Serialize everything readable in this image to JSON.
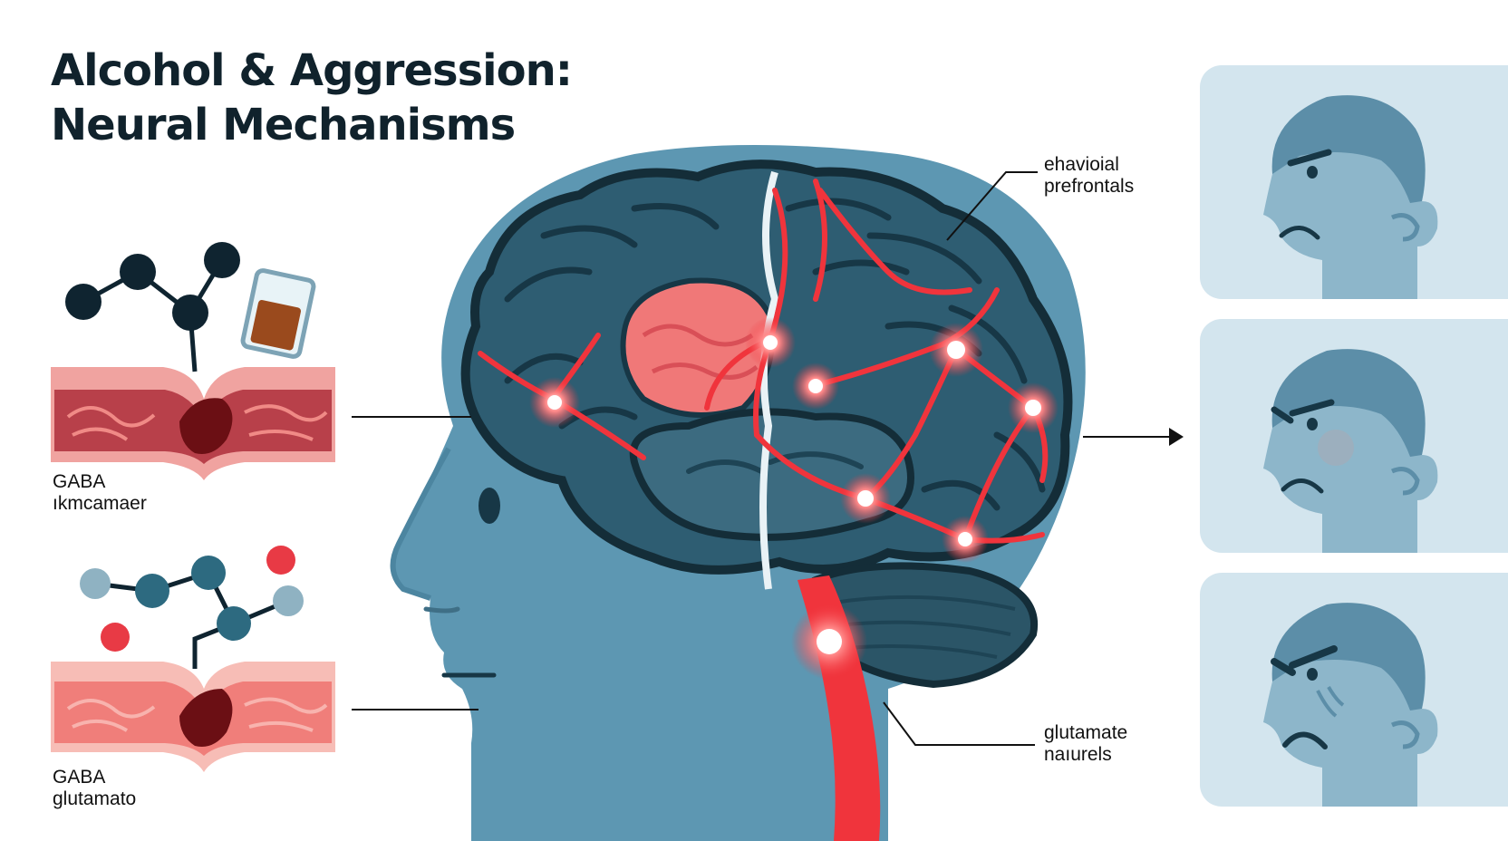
{
  "title": {
    "line1": "Alcohol & Aggression:",
    "line2": "Neural Mechanisms"
  },
  "labels": {
    "left_top": {
      "line1": "GABA",
      "line2": "ıkmcamaer"
    },
    "left_bottom": {
      "line1": "GABA",
      "line2": "glutamato"
    },
    "right_top": {
      "line1": "ehavioial",
      "line2": "prefrontals"
    },
    "right_bottom": {
      "line1": "glutamate",
      "line2": "naıurels"
    }
  },
  "panels": [
    {
      "expression": "angry"
    },
    {
      "expression": "angrier"
    },
    {
      "expression": "angriest"
    }
  ],
  "colors": {
    "head": "#5d97b2",
    "brain": "#2e5d72",
    "activation": "#f0343c",
    "tissue": "#b8404a",
    "panel": "#d3e5ee",
    "text": "#10222c"
  }
}
